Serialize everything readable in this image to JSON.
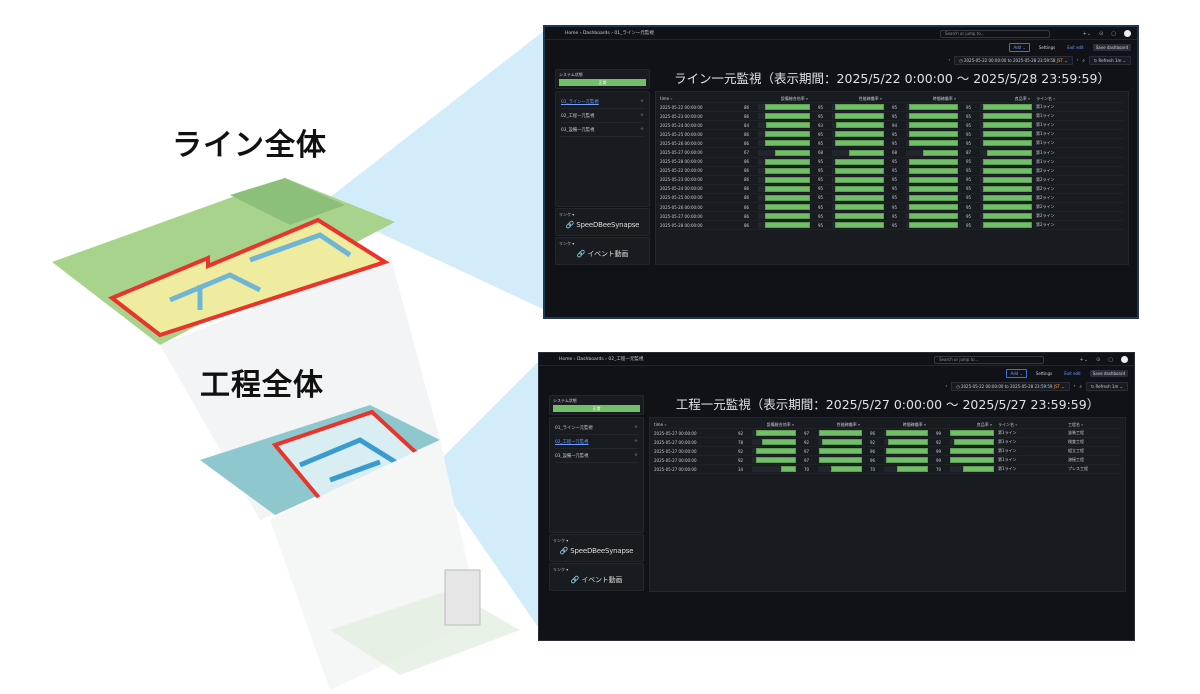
{
  "slide": {
    "label_line": "ライン全体",
    "label_process": "工程全体"
  },
  "colors": {
    "accent": "#73bf69",
    "link": "#6e9fff",
    "bg": "#111217",
    "highlight": "#e8342b"
  },
  "dash1": {
    "breadcrumb": "Home › Dashboards › 01_ライン一元監視",
    "search": "Search or jump to...",
    "add": "Add ⌄",
    "settings": "Settings",
    "exit": "Exit edit",
    "save": "Save dashboard",
    "time": "2025-05-22 00:00:00 to 2025-05-28 23:59:58",
    "tz": "JST",
    "refresh": "Refresh",
    "interval": "1m ⌄",
    "status_title": "システム状態",
    "status_value": "正常",
    "nav": [
      "01_ライン一元監視",
      "02_工程一元監視",
      "03_設備一元監視"
    ],
    "link_title": "リンク ▾",
    "link1": "🔗 SpeeDBeeSynapse",
    "link2": "🔗 イベント動画",
    "title": "ライン一元監視（表示期間：2025/5/22 0:00:00 〜 2025/5/28 23:59:59）",
    "headers": [
      "time",
      "設備総合効率",
      "性能稼働率",
      "時間稼働率",
      "良品率",
      "ライン名"
    ],
    "rows": [
      [
        "2025-05-22 00:00:00",
        86,
        95,
        95,
        95,
        "第1ライン"
      ],
      [
        "2025-05-23 00:00:00",
        86,
        95,
        95,
        95,
        "第1ライン"
      ],
      [
        "2025-05-24 00:00:00",
        84,
        93,
        94,
        95,
        "第1ライン"
      ],
      [
        "2025-05-25 00:00:00",
        86,
        95,
        95,
        95,
        "第1ライン"
      ],
      [
        "2025-05-26 00:00:00",
        86,
        95,
        95,
        95,
        "第1ライン"
      ],
      [
        "2025-05-27 00:00:00",
        67,
        68,
        68,
        87,
        "第1ライン"
      ],
      [
        "2025-05-28 00:00:00",
        86,
        95,
        95,
        95,
        "第1ライン"
      ],
      [
        "2025-05-22 00:00:00",
        86,
        95,
        95,
        95,
        "第2ライン"
      ],
      [
        "2025-05-23 00:00:00",
        86,
        95,
        95,
        95,
        "第2ライン"
      ],
      [
        "2025-05-24 00:00:00",
        86,
        95,
        95,
        95,
        "第2ライン"
      ],
      [
        "2025-05-25 00:00:00",
        86,
        95,
        95,
        95,
        "第2ライン"
      ],
      [
        "2025-05-26 00:00:00",
        86,
        95,
        95,
        95,
        "第2ライン"
      ],
      [
        "2025-05-27 00:00:00",
        86,
        95,
        95,
        95,
        "第2ライン"
      ],
      [
        "2025-05-28 00:00:00",
        86,
        95,
        95,
        95,
        "第2ライン"
      ]
    ]
  },
  "dash2": {
    "breadcrumb": "Home › Dashboards › 02_工程一元監視",
    "search": "Search or jump to...",
    "add": "Add ⌄",
    "settings": "Settings",
    "exit": "Exit edit",
    "save": "Save dashboard",
    "time": "2025-05-22 00:00:00 to 2025-05-28 23:59:59",
    "tz": "JST",
    "refresh": "Refresh",
    "interval": "1m ⌄",
    "status_title": "システム状態",
    "status_value": "正常",
    "nav": [
      "01_ライン一元監視",
      "02_工程一元監視",
      "03_設備一元監視"
    ],
    "link_title": "リンク ▾",
    "link1": "🔗 SpeeDBeeSynapse",
    "link2": "🔗 イベント動画",
    "title": "工程一元監視（表示期間：2025/5/27 0:00:00 〜 2025/5/27 23:59:59）",
    "headers": [
      "time",
      "設備総合効率",
      "性能稼働率",
      "時間稼働率",
      "良品率",
      "ライン名",
      "工程名"
    ],
    "rows": [
      [
        "2025-05-27 00:00:00",
        92,
        97,
        96,
        99,
        "第1ライン",
        "塗装工程"
      ],
      [
        "2025-05-27 00:00:00",
        78,
        92,
        92,
        92,
        "第1ライン",
        "検査工程"
      ],
      [
        "2025-05-27 00:00:00",
        92,
        97,
        96,
        99,
        "第1ライン",
        "組立工程"
      ],
      [
        "2025-05-27 00:00:00",
        92,
        97,
        96,
        99,
        "第1ライン",
        "溶接工程"
      ],
      [
        "2025-05-27 00:00:00",
        34,
        70,
        70,
        70,
        "第1ライン",
        "プレス工程"
      ]
    ]
  }
}
